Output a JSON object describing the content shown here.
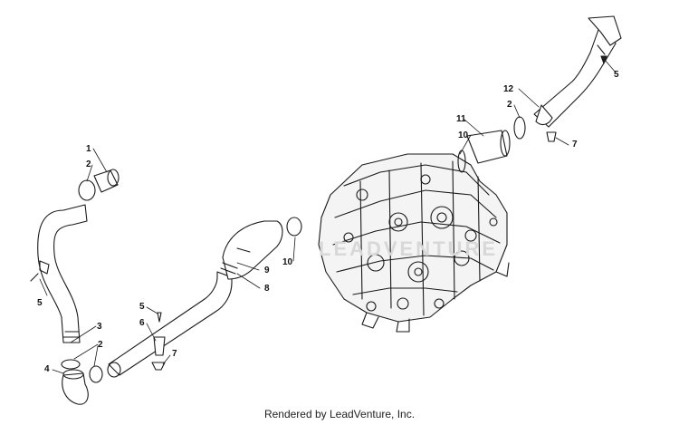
{
  "diagram": {
    "callouts": [
      {
        "id": "c1",
        "text": "1"
      },
      {
        "id": "c2a",
        "text": "2"
      },
      {
        "id": "c5a",
        "text": "5"
      },
      {
        "id": "c3",
        "text": "3"
      },
      {
        "id": "c2b",
        "text": "2"
      },
      {
        "id": "c4",
        "text": "4"
      },
      {
        "id": "c5b",
        "text": "5"
      },
      {
        "id": "c6",
        "text": "6"
      },
      {
        "id": "c7a",
        "text": "7"
      },
      {
        "id": "c9",
        "text": "9"
      },
      {
        "id": "c8",
        "text": "8"
      },
      {
        "id": "c10a",
        "text": "10"
      },
      {
        "id": "c11",
        "text": "11"
      },
      {
        "id": "c10b",
        "text": "10"
      },
      {
        "id": "c12",
        "text": "12"
      },
      {
        "id": "c2c",
        "text": "2"
      },
      {
        "id": "c5c",
        "text": "5"
      },
      {
        "id": "c7b",
        "text": "7"
      }
    ],
    "watermark_text": "LEADVENTURE",
    "footer": "Rendered by LeadVenture, Inc."
  },
  "colors": {
    "line": "#1a1a1a",
    "engine_fill": "#f4f4f4",
    "watermark": "#d8d8d8"
  }
}
